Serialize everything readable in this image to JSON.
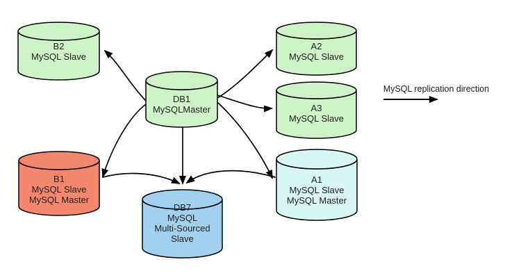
{
  "diagram": {
    "legend": {
      "label": "MySQL replication direction"
    },
    "nodes": {
      "b2": {
        "lines": [
          "B2",
          "MySQL Slave"
        ],
        "fill": "#cdf3c7"
      },
      "db1": {
        "lines": [
          "DB1",
          "MySQLMaster"
        ],
        "fill": "#cdf3c7"
      },
      "a2": {
        "lines": [
          "A2",
          "MySQL Slave"
        ],
        "fill": "#cdf3c7"
      },
      "a3": {
        "lines": [
          "A3",
          "MySQL Slave"
        ],
        "fill": "#cdf3c7"
      },
      "b1": {
        "lines": [
          "B1",
          "MySQL Slave",
          "MySQL Master"
        ],
        "fill": "#f5876f"
      },
      "db7": {
        "lines": [
          "DB7",
          "MySQL",
          "Multi-Sourced",
          "Slave"
        ],
        "fill": "#a2d1ef"
      },
      "a1": {
        "lines": [
          "A1",
          "MySQL Slave",
          "MySQL Master"
        ],
        "fill": "#d8f6f4"
      }
    },
    "edges": [
      {
        "from": "DB1",
        "to": "B2"
      },
      {
        "from": "DB1",
        "to": "A2"
      },
      {
        "from": "DB1",
        "to": "A3"
      },
      {
        "from": "DB1",
        "to": "B1"
      },
      {
        "from": "DB1",
        "to": "A1"
      },
      {
        "from": "DB1",
        "to": "DB7"
      },
      {
        "from": "B1",
        "to": "DB7"
      },
      {
        "from": "A1",
        "to": "DB7"
      }
    ],
    "colors": {
      "stroke": "#000000",
      "text": "#202020",
      "background": "#ffffff"
    }
  }
}
